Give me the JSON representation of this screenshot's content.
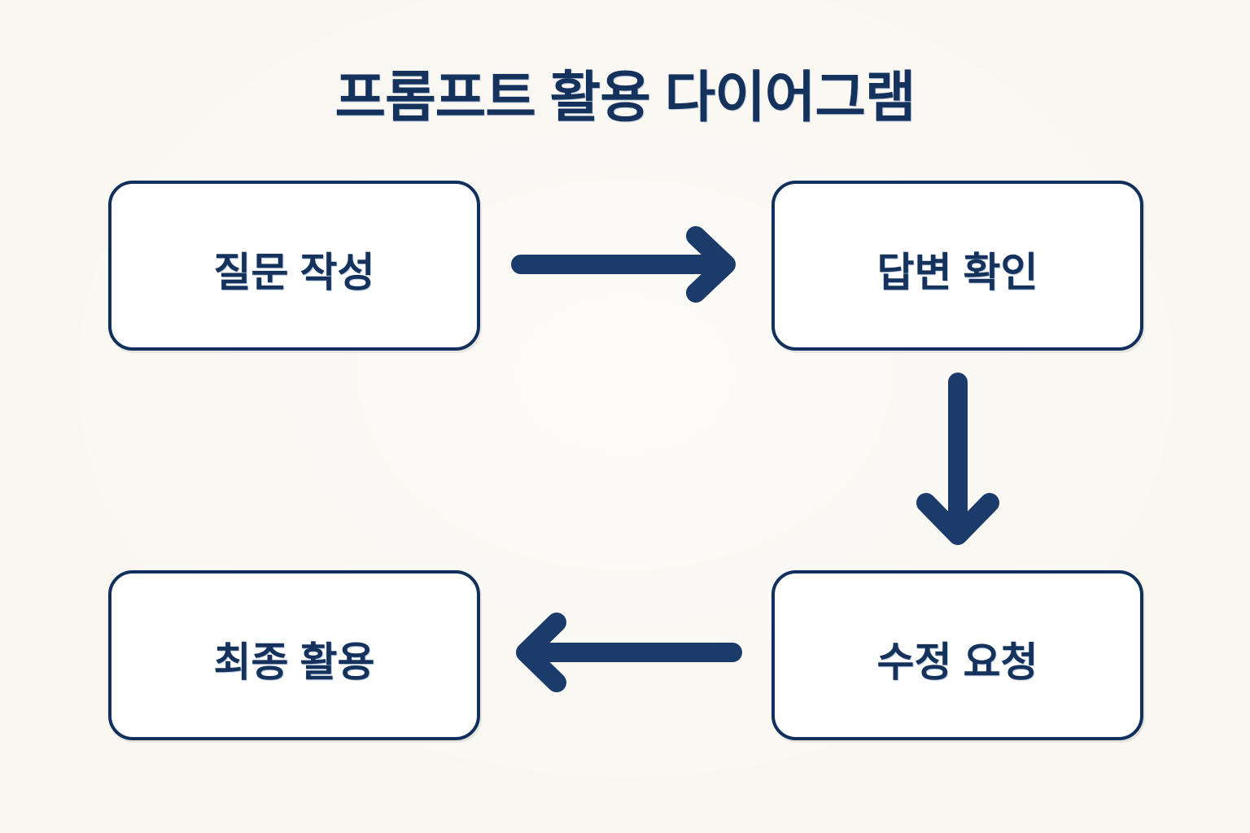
{
  "page": {
    "title": "프롬프트 활용 다이어그램",
    "background_color": "#faf7f1",
    "accent_color": "#14325c",
    "arrow_color": "#1b3b6b",
    "node_fill": "#ffffff",
    "node_border_color": "#12305c"
  },
  "diagram": {
    "type": "flowchart",
    "nodes": [
      {
        "id": "n1",
        "label": "질문 작성",
        "position": "top-left"
      },
      {
        "id": "n2",
        "label": "답변 확인",
        "position": "top-right"
      },
      {
        "id": "n3",
        "label": "최종 활용",
        "position": "bottom-left"
      },
      {
        "id": "n4",
        "label": "수정 요청",
        "position": "bottom-right"
      }
    ],
    "edges": [
      {
        "from": "n1",
        "to": "n2",
        "direction": "right",
        "icon": "arrow-right-icon"
      },
      {
        "from": "n2",
        "to": "n4",
        "direction": "down",
        "icon": "arrow-down-icon"
      },
      {
        "from": "n4",
        "to": "n3",
        "direction": "left",
        "icon": "arrow-left-icon"
      }
    ]
  }
}
